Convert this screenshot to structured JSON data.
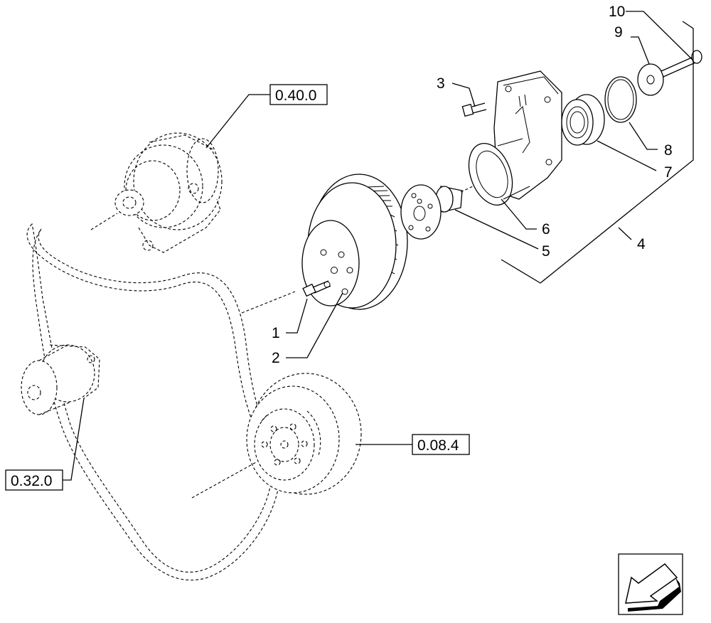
{
  "callouts": [
    "1",
    "2",
    "3",
    "4",
    "5",
    "6",
    "7",
    "8",
    "9",
    "10"
  ],
  "references": [
    "0.40.0",
    "0.32.0",
    "0.08.4"
  ]
}
